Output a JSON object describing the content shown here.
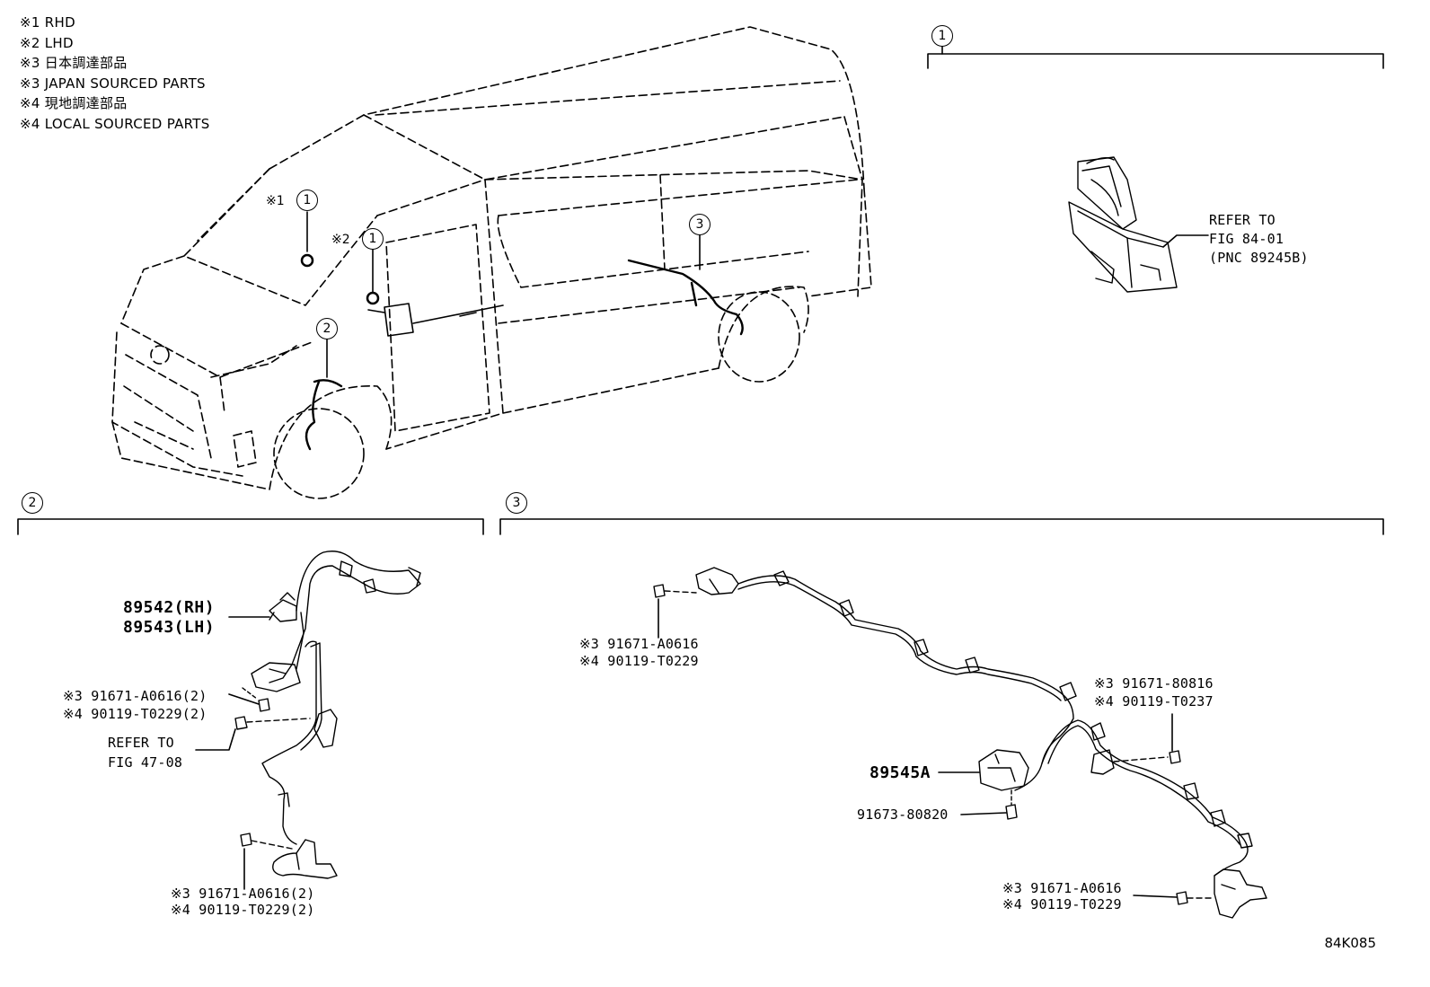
{
  "notes": [
    "※1 RHD",
    "※2 LHD",
    "※3 日本調達部品",
    "※3 JAPAN SOURCED PARTS",
    "※4 現地調達部品",
    "※4 LOCAL SOURCED PARTS"
  ],
  "callouts": {
    "c1": "1",
    "c2": "2",
    "c3": "3"
  },
  "van_markers": {
    "rhd": "※1",
    "lhd": "※2"
  },
  "section1": {
    "refer_line1": "REFER TO",
    "refer_line2": "FIG 84-01",
    "refer_line3": "(PNC 89245B)"
  },
  "section2": {
    "part_rh": "89542(RH)",
    "part_lh": "89543(LH)",
    "bolt_top_j": "※3 91671-A0616(2)",
    "bolt_top_l": "※4 90119-T0229(2)",
    "refer_line1": "REFER TO",
    "refer_line2": "FIG 47-08",
    "bolt_bottom_j": "※3 91671-A0616(2)",
    "bolt_bottom_l": "※4 90119-T0229(2)"
  },
  "section3": {
    "bolt_a_j": "※3 91671-A0616",
    "bolt_a_l": "※4 90119-T0229",
    "bolt_b_j": "※3 91671-80816",
    "bolt_b_l": "※4 90119-T0237",
    "part_main": "89545A",
    "bolt_c": "91673-80820",
    "bolt_d_j": "※3 91671-A0616",
    "bolt_d_l": "※4 90119-T0229"
  },
  "figure_code": "84K085"
}
